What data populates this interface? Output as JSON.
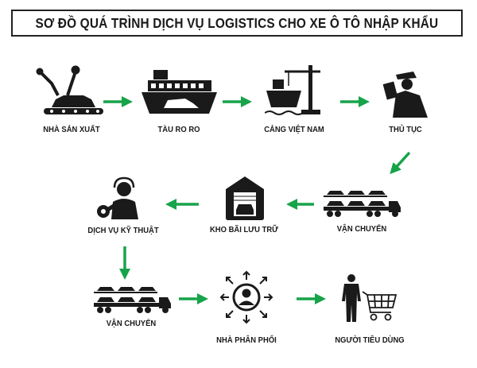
{
  "title": "SƠ ĐỒ QUÁ TRÌNH DỊCH VỤ LOGISTICS CHO XE Ô TÔ NHẬP KHẨU",
  "colors": {
    "arrow": "#17a34a",
    "icon": "#1a1a1a"
  },
  "steps": [
    {
      "label": "NHÀ SẢN XUẤT",
      "icon": "factory-robot-car-icon"
    },
    {
      "label": "TÀU RO RO",
      "icon": "roro-ship-icon"
    },
    {
      "label": "CẢNG VIỆT NAM",
      "icon": "port-crane-ship-icon"
    },
    {
      "label": "THỦ TỤC",
      "icon": "customs-officer-icon"
    },
    {
      "label": "VẬN CHUYỂN",
      "icon": "car-carrier-truck-icon"
    },
    {
      "label": "KHO BÃI LƯU TRỮ",
      "icon": "warehouse-icon"
    },
    {
      "label": "DỊCH VỤ KỸ THUẬT",
      "icon": "technical-support-icon"
    },
    {
      "label": "VẬN CHUYỂN",
      "icon": "car-carrier-truck-icon"
    },
    {
      "label": "NHÀ PHÂN PHỐI",
      "icon": "distributor-icon"
    },
    {
      "label": "NGƯỜI TIÊU DÙNG",
      "icon": "consumer-cart-icon"
    }
  ]
}
